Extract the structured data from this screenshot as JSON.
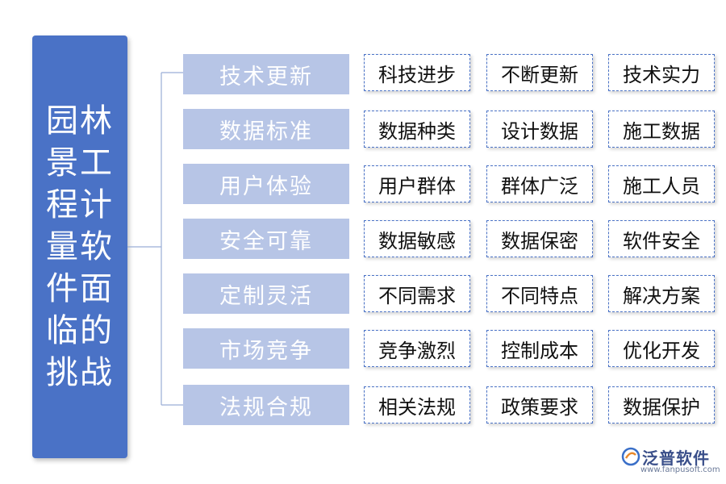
{
  "root": {
    "title": "园林景工程计量软件面临的挑战"
  },
  "colors": {
    "root": "#4a72c6",
    "category": "#b7c5e6",
    "item_border": "#4a72c6",
    "line": "#9aaed6"
  },
  "categories": [
    {
      "label": "技术更新",
      "items": [
        "科技进步",
        "不断更新",
        "技术实力"
      ]
    },
    {
      "label": "数据标准",
      "items": [
        "数据种类",
        "设计数据",
        "施工数据"
      ]
    },
    {
      "label": "用户体验",
      "items": [
        "用户群体",
        "群体广泛",
        "施工人员"
      ]
    },
    {
      "label": "安全可靠",
      "items": [
        "数据敏感",
        "数据保密",
        "软件安全"
      ]
    },
    {
      "label": "定制灵活",
      "items": [
        "不同需求",
        "不同特点",
        "解决方案"
      ]
    },
    {
      "label": "市场竞争",
      "items": [
        "竞争激烈",
        "控制成本",
        "优化开发"
      ]
    },
    {
      "label": "法规合规",
      "items": [
        "相关法规",
        "政策要求",
        "数据保护"
      ]
    }
  ],
  "logo": {
    "name": "泛普软件",
    "url": "www.fanpusoft.com",
    "icon": "fanpu-logo-icon"
  }
}
